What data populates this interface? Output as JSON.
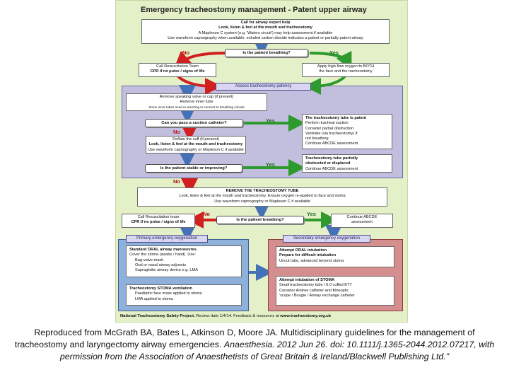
{
  "title": "Emergency tracheostomy management - Patent upper airway",
  "top_box": {
    "l1": "Call for airway expert help",
    "l2": "Look, listen & feel at the mouth and tracheostomy",
    "l3": "A Mapleson C system (e.g. 'Waters circuit') may help assessment if available",
    "l4": "Use waveform capnography when available: exhaled carbon dioxide indicates a patent or partially patent airway"
  },
  "q_breathing": "Is the patient breathing?",
  "no": "No",
  "yes": "Yes",
  "call_team": {
    "l1": "Call Resuscitation Team",
    "l2": "CPR if no pulse / signs of life"
  },
  "apply_o2": {
    "l1": "Apply high flow oxygen to BOTH",
    "l2": "the face and the tracheostomy"
  },
  "assess_header": "Assess tracheostomy patency",
  "remove_box": {
    "l1": "Remove speaking valve or cap (if present)",
    "l2": "Remove inner tube",
    "l3": "Some inner tubes need re-inserting to connect to breathing circuits"
  },
  "q_suction": "Can you pass a suction catheter?",
  "patent_box": {
    "title": "The tracheostomy tube is patent",
    "items": [
      "Perform tracheal suction",
      "Consider partial obstruction",
      "Ventilate (via tracheostomy) if",
      "not breathing",
      "Continue ABCDE assessment"
    ]
  },
  "deflate_box": {
    "l1": "Deflate the cuff (if present)",
    "l2": "Look, listen & feel at the mouth and tracheostomy",
    "l3": "Use waveform capnography or Mapleson C if available"
  },
  "q_stable": "Is the patient stable or improving?",
  "partial_box": {
    "l1": "Tracheostomy tube partially",
    "l2": "obstructed or displaced",
    "l3": "Continue ABCDE assessment"
  },
  "remove_tube_box": {
    "l1": "REMOVE THE TRACHEOSTOMY TUBE",
    "l2": "Look, listen & feel at the mouth and tracheostomy. Ensure oxygen re-applied to face and stoma",
    "l3": "Use waveform capnography or Mapleson C if available"
  },
  "call_team2": {
    "l1": "Call Resuscitation team",
    "l2": "CPR if no pulse / signs of life"
  },
  "continue_abcde": {
    "l1": "Continue ABCDE",
    "l2": "assessment"
  },
  "primary": {
    "header": "Primary emergency oxygenation",
    "box1": [
      "Standard ORAL airway manoeuvres",
      "Cover the stoma (swabs / hand). Use:",
      "Bag-valve-mask",
      "Oral or nasal airway adjuncts",
      "Supraglottic airway device e.g. LMA"
    ],
    "box2": [
      "Tracheostomy STOMA ventilation",
      "Paediatric face mask applied to stoma",
      "LMA applied to stoma"
    ]
  },
  "secondary": {
    "header": "Secondary emergency oxygenation",
    "box1": [
      "Attempt ORAL intubation",
      "Prepare for difficult intubation",
      "Uncut tube, advanced beyond stoma"
    ],
    "box2": [
      "Attempt intubation of STOMA",
      "Small tracheostomy tube / 6.0 cuffed ETT",
      "Consider Aintree catheter and fibreoptic",
      "'scope / Bougie / Airway exchange catheter"
    ]
  },
  "footer": {
    "project": "National Tracheostomy Safety Project.",
    "review": "Review date 1/4/14. Feedback & resources at",
    "url": "www.tracheostomy.org.uk"
  },
  "caption": {
    "text": "Reproduced from McGrath BA, Bates L, Atkinson D, Moore JA. Multidisciplinary guidelines for the management of tracheostomy and laryngectomy airway emergencies.",
    "journal": "Anaesthesia. 2012 Jun 26. doi: 10.1111/j.1365-2044.2012.07217, with permission from the Association of Anaesthetists of Great Britain & Ireland/Blackwell Publishing Ltd.\""
  },
  "colors": {
    "poster_bg": "#e4f0c8",
    "band": "#c2bedd",
    "primary_bg": "#8eb0db",
    "secondary_bg": "#d58e8e",
    "arrow_blue": "#4472b8",
    "arrow_red": "#d21f1f",
    "arrow_green": "#2e9a2e"
  }
}
